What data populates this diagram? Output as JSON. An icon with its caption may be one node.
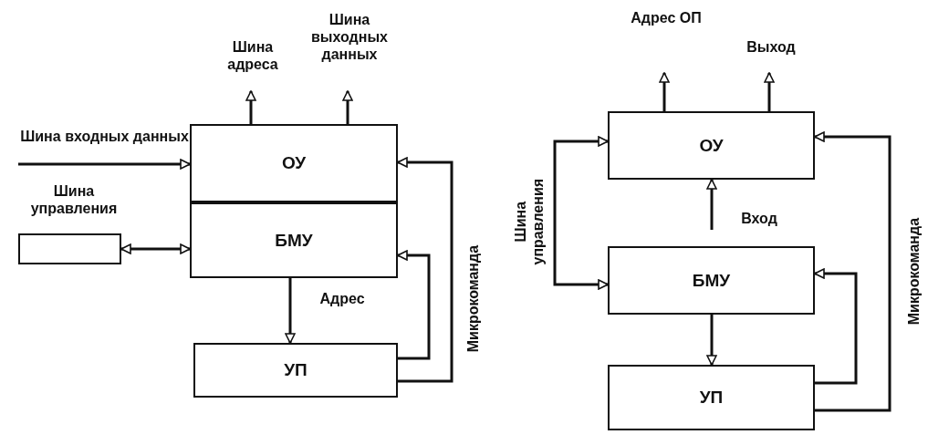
{
  "diagram": {
    "nodes": [
      {
        "text": [
          "ОУ"
        ]
      },
      {
        "text": [
          "БМУ"
        ]
      },
      {
        "text": [
          "УП"
        ]
      },
      {
        "text": [
          "Шина управления"
        ]
      },
      {
        "text": [
          "ОУ"
        ]
      },
      {
        "text": [
          "БМУ"
        ]
      },
      {
        "text": [
          "УП"
        ]
      }
    ],
    "edges": [
      {
        "from": null,
        "to": 0,
        "arrow": "to",
        "label": "Шина входных данных"
      },
      {
        "from": 3,
        "to": 1,
        "arrow": "both"
      },
      {
        "from": 0,
        "to": null,
        "arrow": "to",
        "label": "Шина адреса"
      },
      {
        "from": 0,
        "to": null,
        "arrow": "to",
        "label": "Шина выходных данных"
      },
      {
        "from": 1,
        "to": 2,
        "arrow": "to",
        "label": "Адрес"
      },
      {
        "from": 2,
        "to": 0,
        "arrow": "to",
        "label": "Микрокоманда"
      },
      {
        "from": 2,
        "to": 1,
        "arrow": "to"
      },
      {
        "from": 4,
        "to": null,
        "arrow": "to",
        "label": "Адрес ОП"
      },
      {
        "from": 4,
        "to": null,
        "arrow": "to",
        "label": "Выход"
      },
      {
        "from": null,
        "to": 4,
        "arrow": "to",
        "label": "Вход"
      },
      {
        "from": 4,
        "to": 5,
        "arrow": "both",
        "label": "Шина управления"
      },
      {
        "from": 5,
        "to": 6,
        "arrow": "to"
      },
      {
        "from": 6,
        "to": 4,
        "arrow": "to",
        "label": "Микрокоманда"
      },
      {
        "from": 6,
        "to": 5,
        "arrow": "to"
      }
    ]
  }
}
